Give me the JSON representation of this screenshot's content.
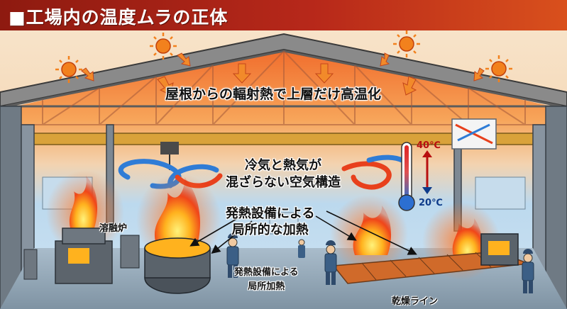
{
  "title": "■工場内の温度ムラの正体",
  "labels": {
    "roof_heat": "屋根からの輻射熱で上層だけ高温化",
    "air_mix_line1": "冷気と熱気が",
    "air_mix_line2": "混ざらない空気構造",
    "local_heat_line1": "発熱設備による",
    "local_heat_line2": "局所的な加熱",
    "furnace": "溶融炉",
    "local_heat_small_line1": "発熱設備による",
    "local_heat_small_line2": "局所加熱",
    "drying_line": "乾燥ライン"
  },
  "thermometer": {
    "hot": "40℃",
    "cold": "20℃"
  },
  "colors": {
    "hot": "#e8401c",
    "warm": "#f5a04a",
    "cool": "#9fc8e6",
    "cold_arrow": "#2f7cd6",
    "title_bg": "#b7281a"
  },
  "icons": [
    "sun-icon",
    "heat-arrow-icon",
    "cold-air-swirl-icon",
    "hot-air-swirl-icon",
    "thermometer-icon",
    "flame-icon",
    "worker-icon",
    "air-conditioner-icon"
  ]
}
